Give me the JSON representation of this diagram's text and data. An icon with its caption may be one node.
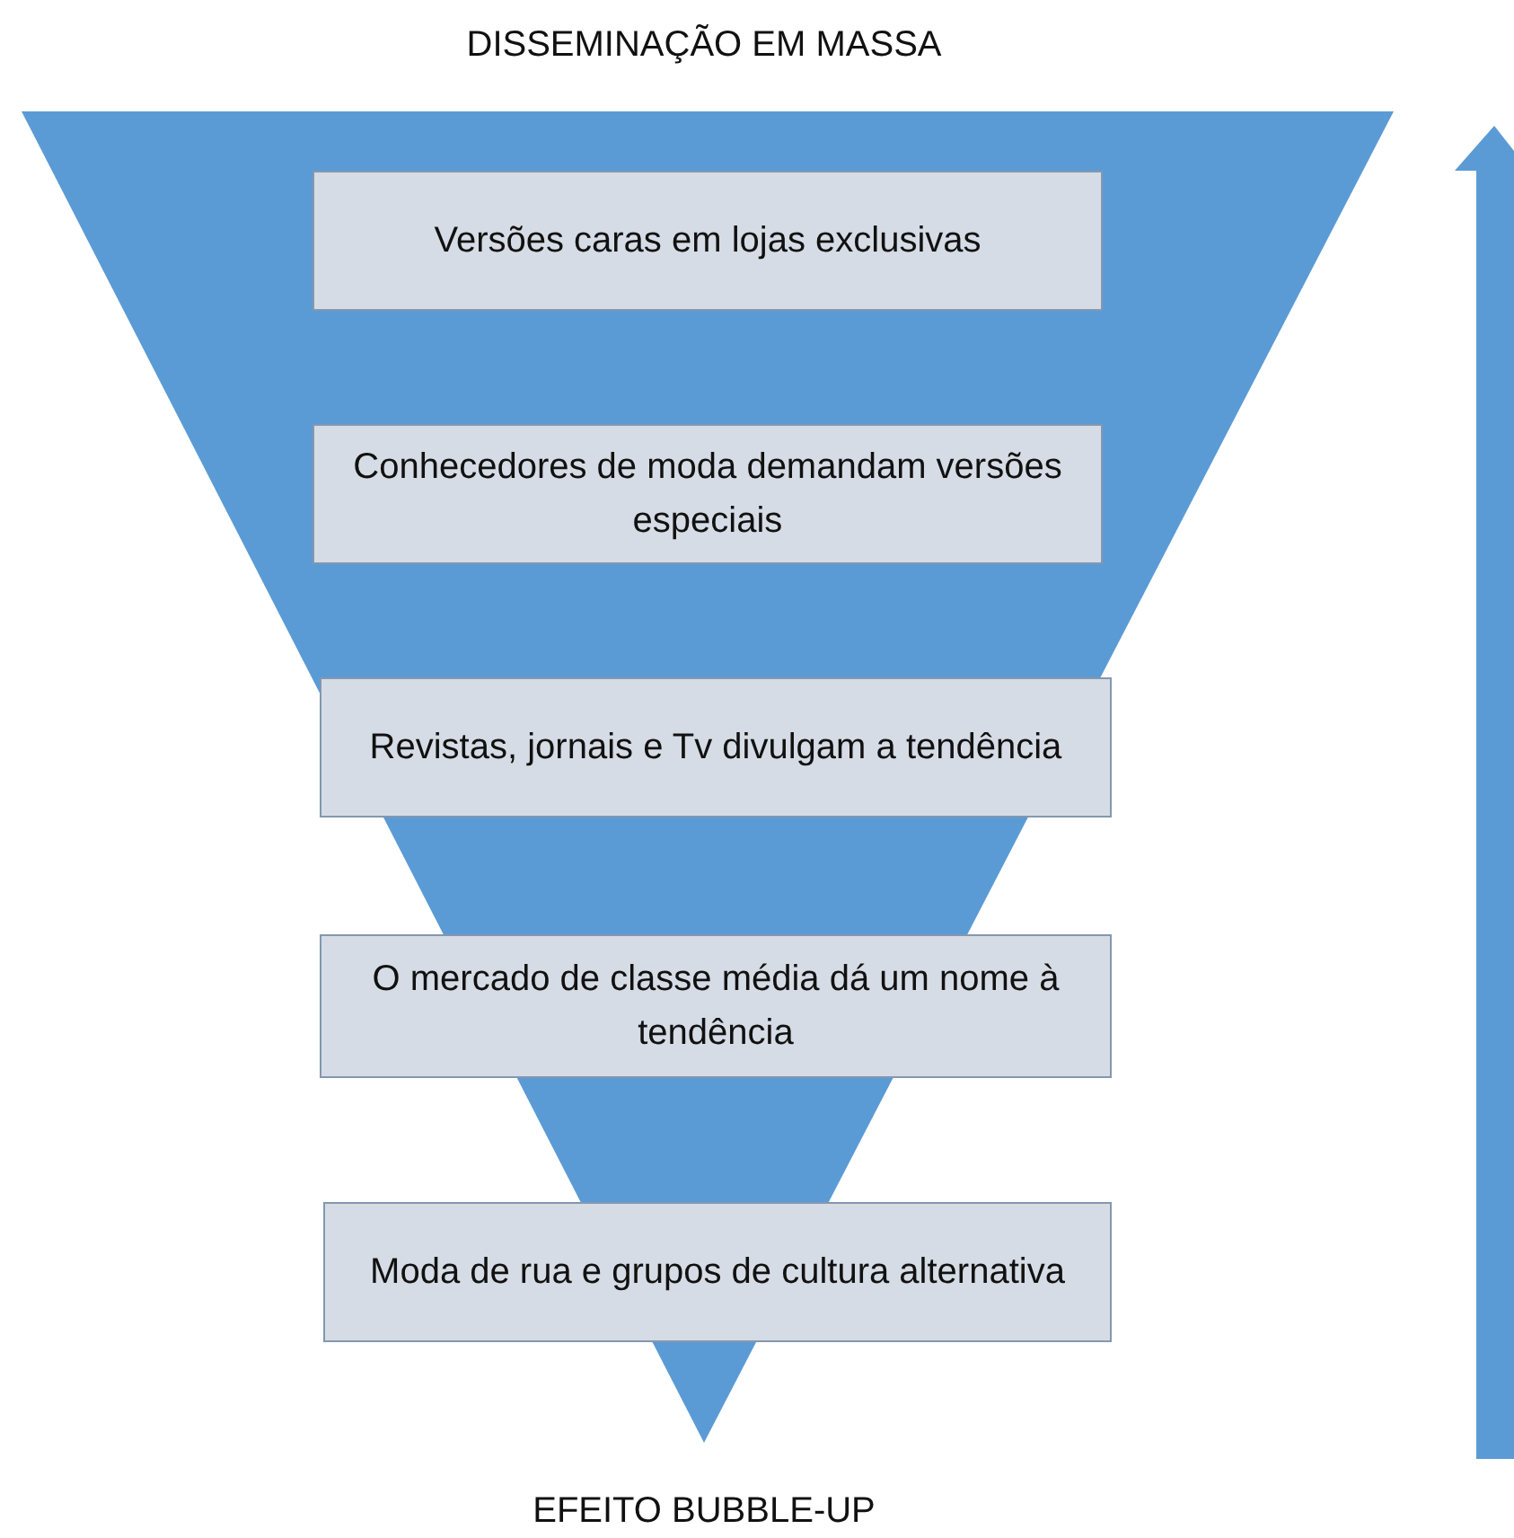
{
  "diagram": {
    "nodes": [
      {
        "text": [
          "Versões caras em lojas exclusivas"
        ]
      },
      {
        "text": [
          "Conhecedores de moda demandam versões especiais"
        ]
      },
      {
        "text": [
          "Revistas, jornais e Tv divulgam a tendência"
        ]
      },
      {
        "text": [
          "O mercado de classe média dá um nome à tendência"
        ]
      },
      {
        "text": [
          "Moda de rua e grupos de cultura alternativa"
        ]
      }
    ],
    "labels": [
      "DISSEMINAÇÃO EM MASSA",
      "EFEITO BUBBLE-UP"
    ]
  }
}
